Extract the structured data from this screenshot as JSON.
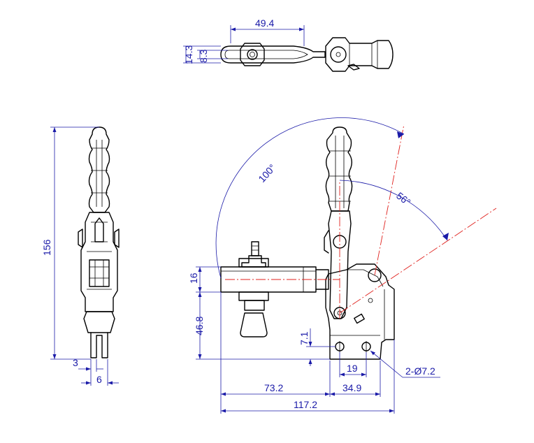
{
  "dimensions": {
    "top_length": "49.4",
    "top_width_outer": "14.3",
    "top_width_inner": "8.3",
    "height_total": "156",
    "spindle_offset": "3",
    "spindle_width": "6",
    "arm_thickness": "16",
    "arm_height": "46.8",
    "hole_height": "7.1",
    "hole_spacing": "19",
    "hole_spec": "2-Ø7.2",
    "arm_reach": "73.2",
    "base_length": "34.9",
    "overall_length": "117.2"
  },
  "angles": {
    "handle_open": "100°",
    "arm_open": "56°"
  },
  "colors": {
    "outline": "#000000",
    "dimension": "#1a1aa8",
    "centerline": "#e0201c"
  }
}
